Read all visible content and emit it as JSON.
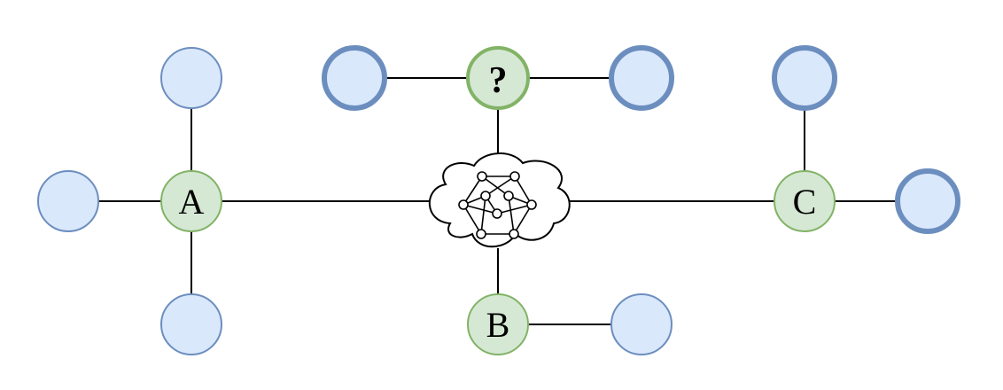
{
  "colors": {
    "leaf_fill": "#dae8fc",
    "leaf_stroke": "#6c8ebf",
    "hub_fill": "#d5e8d4",
    "hub_stroke": "#82b366"
  },
  "hubs": {
    "unknown": {
      "label": "?"
    },
    "a": {
      "label": "A"
    },
    "b": {
      "label": "B"
    },
    "c": {
      "label": "C"
    }
  },
  "cloud": {
    "icon": "network-cloud-icon"
  }
}
